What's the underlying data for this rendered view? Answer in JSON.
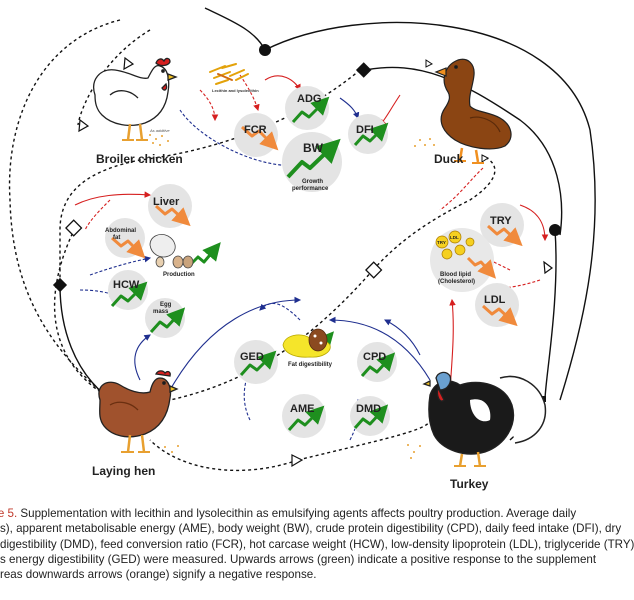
{
  "animals": {
    "broiler": "Broiler chicken",
    "duck": "Duck",
    "laying_hen": "Laying hen",
    "turkey": "Turkey"
  },
  "labels": {
    "adg": "ADG",
    "fcr": "FCR",
    "bw": "BW",
    "dfi": "DFI",
    "growth_1": "Growth",
    "growth_2": "performance",
    "liver": "Liver",
    "abdominal_1": "Abdominal",
    "abdominal_2": "fat",
    "production": "Production",
    "hcw": "HCW",
    "egg_1": "Egg",
    "egg_2": "mass",
    "ged": "GED",
    "cpd": "CPD",
    "ame": "AME",
    "dmd": "DMD",
    "fat_digestibility": "Fat digestibility",
    "try": "TRY",
    "ldl": "LDL",
    "blood_lipid_1": "Blood lipid",
    "blood_lipid_2": "(Cholesterol)",
    "ldl_tag": "LDL",
    "try_tag": "TRY",
    "lecithin": "Lecithin and lysolecithin",
    "additive": "As additive"
  },
  "caption": {
    "label": "re 5.",
    "line1": " Supplementation with lecithin and lysolecithin as emulsifying agents affects poultry production. Average daily",
    "line2": "s), apparent metabolisable energy (AME), body weight (BW), crude protein digestibility (CPD), daily feed intake (DFI), dry",
    "line3": "digestibility (DMD), feed conversion ratio (FCR), hot carcase weight (HCW), low-density lipoprotein (LDL), triglyceride (TRY)",
    "line4": "s energy digestibility (GED) were measured. Upwards arrows (green) indicate a positive response to the supplement",
    "line5": "reas downwards arrows (orange) signify a negative response."
  },
  "colors": {
    "positive": "#1e8f1e",
    "negative": "#f08a3c",
    "red_link": "#d62020",
    "blue_link": "#1f2f8f",
    "circle": "#e4e4e4"
  }
}
